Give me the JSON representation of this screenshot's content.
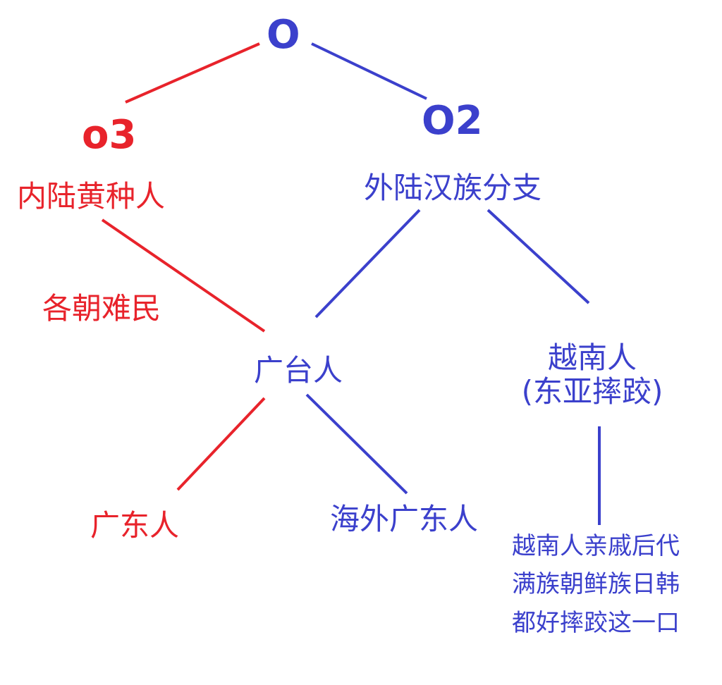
{
  "colors": {
    "red": "#e8232b",
    "blue": "#3b40cc",
    "background": "#ffffff"
  },
  "nodes": {
    "root": "O",
    "o3": "o3",
    "o2": "O2",
    "inland": "内陆黄种人",
    "outer_han": "外陆汉族分支",
    "refugees": "各朝难民",
    "guangtai": "广台人",
    "vietnamese_line1": "越南人",
    "vietnamese_line2": "(东亚摔跤)",
    "cantonese": "广东人",
    "overseas_cantonese": "海外广东人",
    "note_line1": "越南人亲戚后代",
    "note_line2": "满族朝鲜族日韩",
    "note_line3": "都好摔跤这一口"
  },
  "edges": [
    {
      "from": "root",
      "to": "o3",
      "color": "red"
    },
    {
      "from": "root",
      "to": "o2",
      "color": "blue"
    },
    {
      "from": "inland",
      "to": "guangtai",
      "color": "red"
    },
    {
      "from": "outer_han",
      "to": "guangtai",
      "color": "blue"
    },
    {
      "from": "outer_han",
      "to": "vietnamese",
      "color": "blue"
    },
    {
      "from": "guangtai",
      "to": "cantonese",
      "color": "red"
    },
    {
      "from": "guangtai",
      "to": "overseas_cantonese",
      "color": "blue"
    },
    {
      "from": "vietnamese",
      "to": "note",
      "color": "blue"
    }
  ]
}
